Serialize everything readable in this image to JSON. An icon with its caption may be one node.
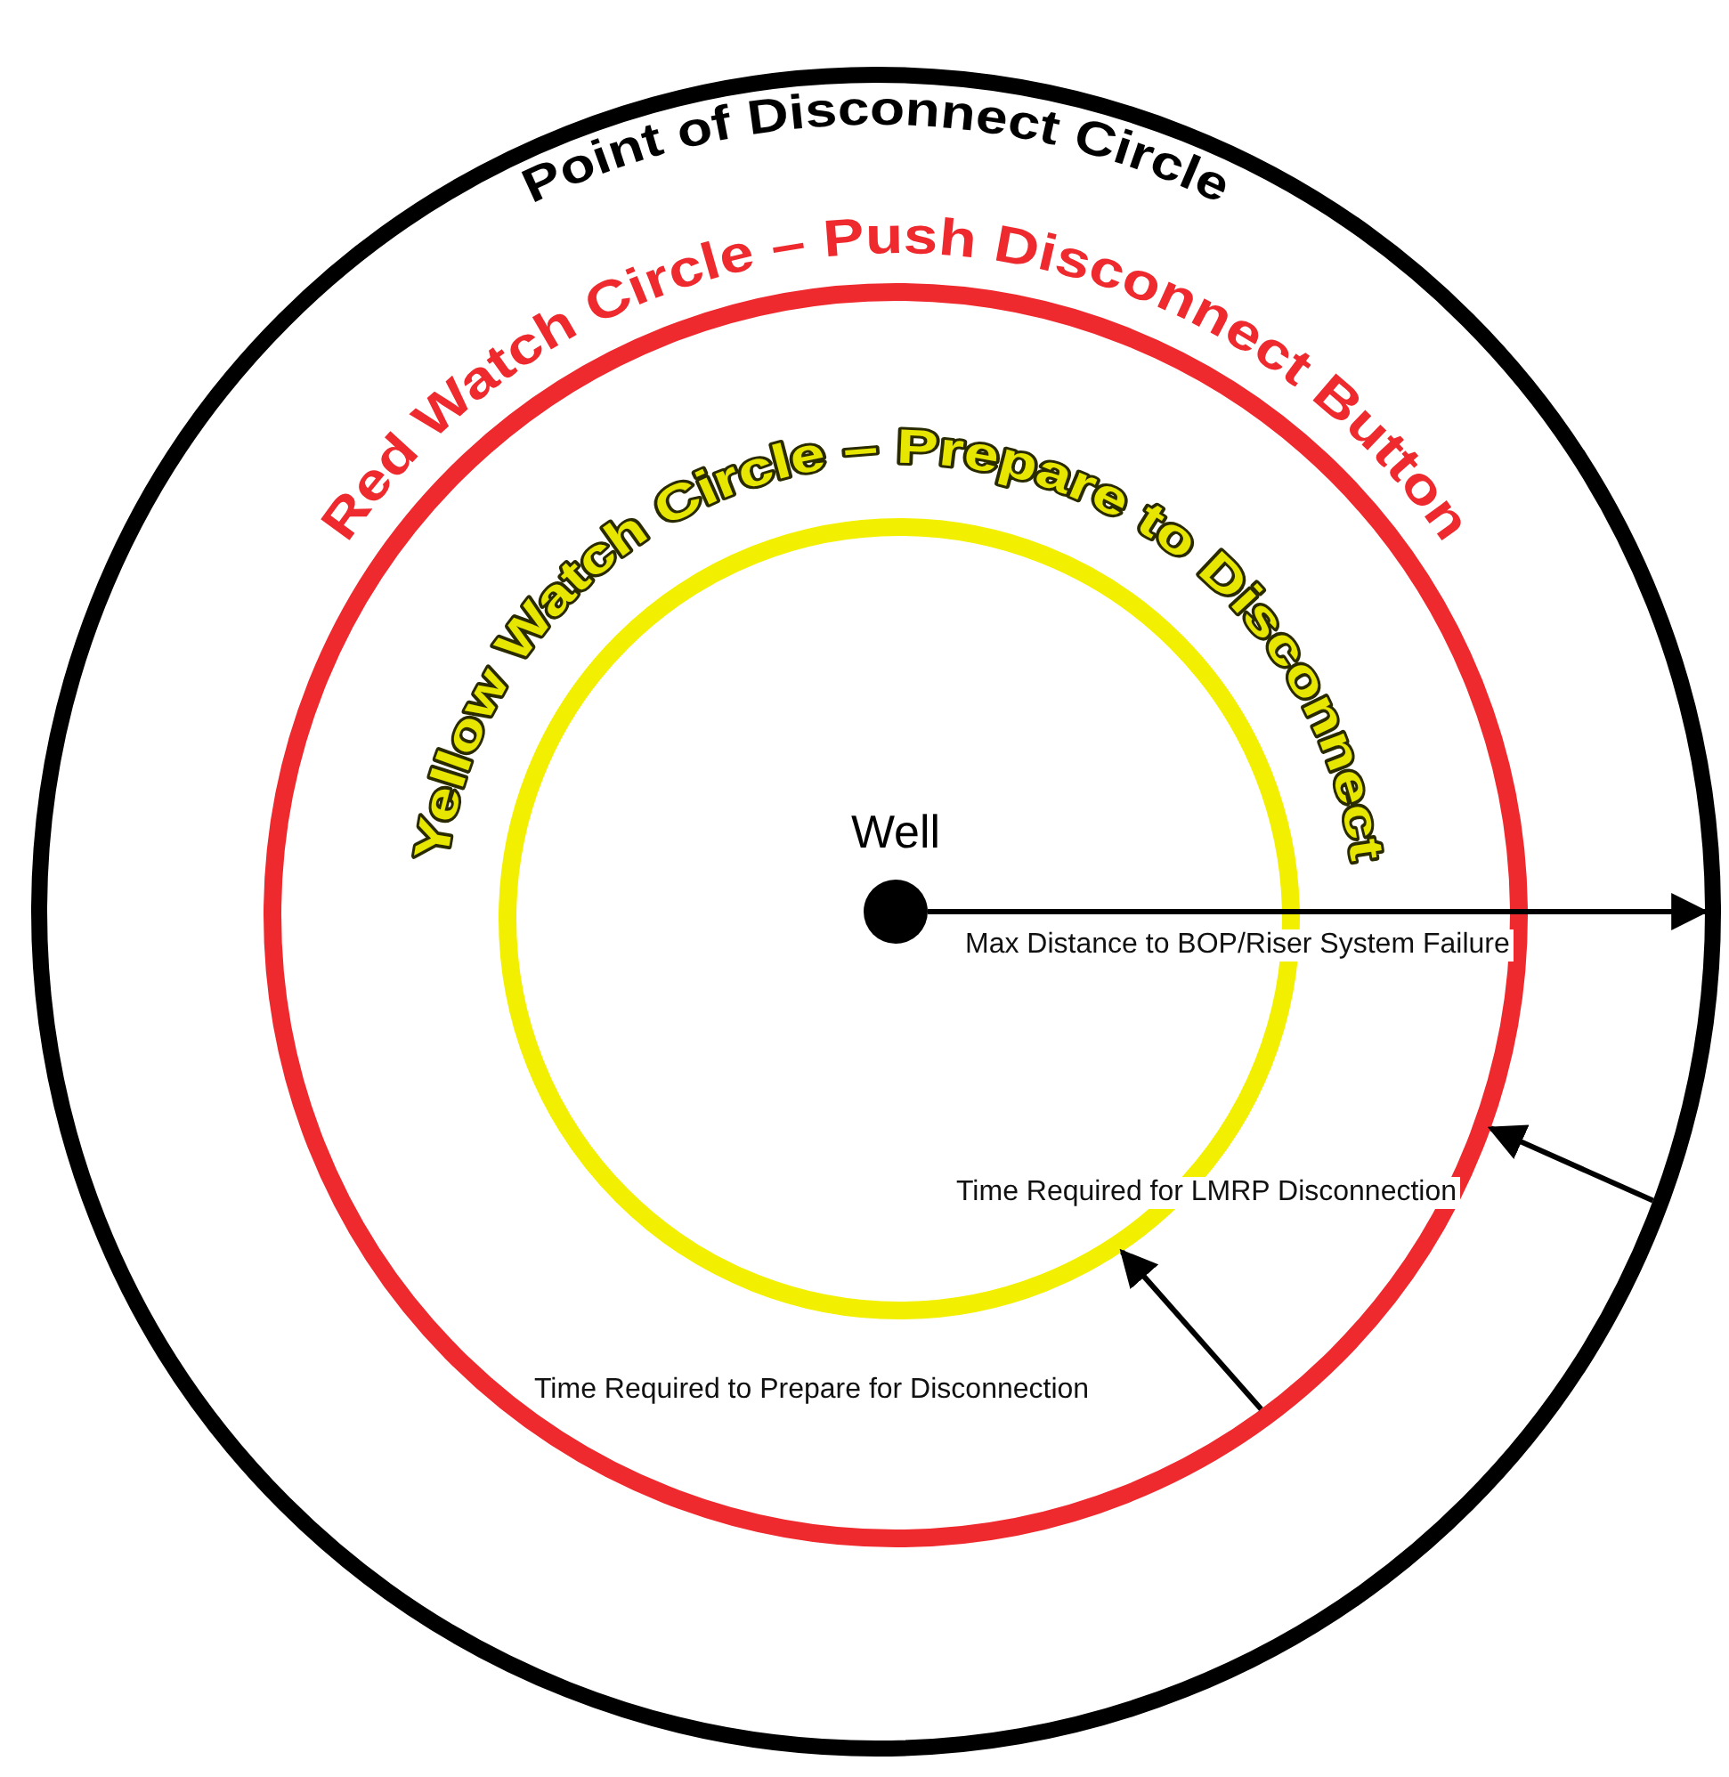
{
  "diagram": {
    "nodes": [
      {
        "text": [
          "Point of Disconnect Circle"
        ]
      },
      {
        "text": [
          "Red Watch Circle – Push Disconnect Button"
        ],
        "in": 0
      },
      {
        "text": [
          "Yellow Watch Circle – Prepare to Disconnect"
        ],
        "in": 1
      },
      {
        "text": [
          "Well"
        ],
        "in": 2
      }
    ],
    "edges": [
      {
        "from": 3,
        "to": 0,
        "arrow": "to",
        "label": "Max Distance to BOP/Riser System Failure"
      },
      {
        "from": 0,
        "to": 1,
        "arrow": "to",
        "label": "Time Required for LMRP Disconnection"
      },
      {
        "from": 1,
        "to": 2,
        "arrow": "to",
        "label": "Time Required to Prepare for Disconnection"
      }
    ]
  }
}
